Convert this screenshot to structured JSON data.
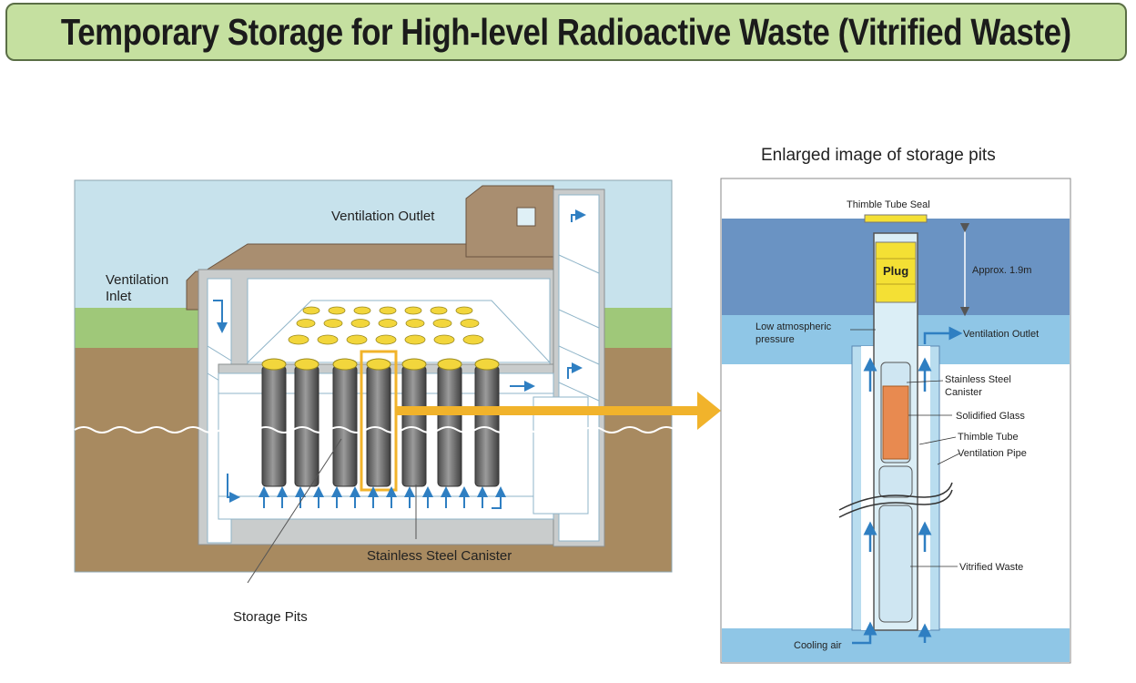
{
  "title": "Temporary Storage for High-level Radioactive Waste (Vitrified Waste)",
  "left_diagram": {
    "labels": {
      "ventilation_outlet": "Ventilation Outlet",
      "ventilation_inlet_line1": "Ventilation",
      "ventilation_inlet_line2": "Inlet",
      "stainless_steel_canister": "Stainless Steel Canister",
      "storage_pits": "Storage Pits"
    }
  },
  "right_diagram": {
    "heading": "Enlarged image of storage pits",
    "labels": {
      "thimble_tube_seal": "Thimble Tube Seal",
      "plug": "Plug",
      "approx_depth": "Approx. 1.9m",
      "low_pressure_line1": "Low atmospheric",
      "low_pressure_line2": "pressure",
      "ventilation_outlet": "Ventilation Outlet",
      "canister_line1": "Stainless Steel",
      "canister_line2": "Canister",
      "solidified_glass": "Solidified Glass",
      "thimble_tube": "Thimble Tube",
      "ventilation_pipe": "Ventilation Pipe",
      "vitrified_waste": "Vitrified Waste",
      "cooling_air": "Cooling air"
    }
  },
  "colors": {
    "title_bg": "#c5e0a0",
    "sky": "#c7e2ec",
    "grass": "#9fc879",
    "soil": "#a88a60",
    "roof": "#a98e70",
    "building": "#c9cccc",
    "cylinder_cap": "#f2d63c",
    "highlight": "#f1b32b",
    "air_arrow": "#2f7fc2",
    "water_dark": "#6a93c3",
    "water_light": "#8fc6e6",
    "plug": "#f4e034",
    "glass": "#e88a50"
  }
}
